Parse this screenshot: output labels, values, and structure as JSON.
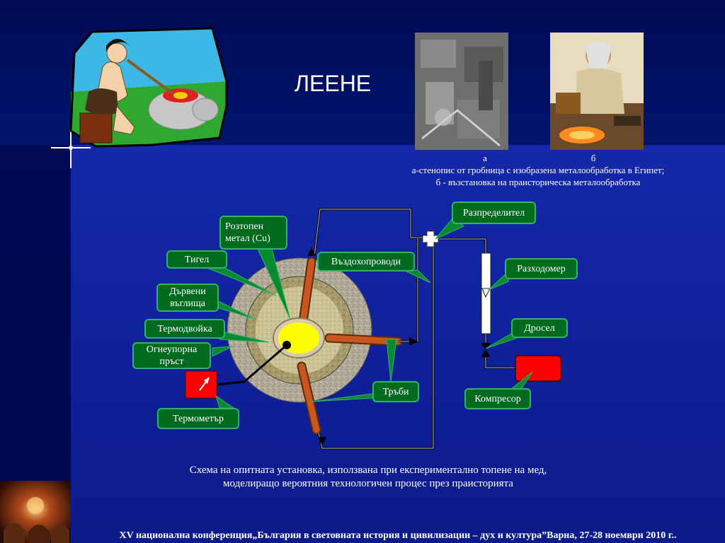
{
  "slide": {
    "title": "ЛЕЕНЕ",
    "photo_labels": [
      "а",
      "б"
    ],
    "caption_lines": [
      "а-стенопис от гробница с изобразена металообработка в Египет;",
      "б - възстановка на праисторическа металообработка"
    ],
    "description_lines": [
      "Схема на опитната установка, използвана при експериментално топене на мед,",
      "моделиращо вероятния технологичен процес през праисторията"
    ],
    "footer": "XV национална конференция„България в световната история и цивилизации – дух и култура”Варна, 27-28 ноември 2010 г.."
  },
  "diagram": {
    "labels": {
      "molten_metal": "Розтопен метал (Cu)",
      "crucible": "Тигел",
      "charcoal": "Дървени въглища",
      "thermocouple": "Термодвойка",
      "refractory_soil": "Огнеупорна пръст",
      "thermometer": "Термометър",
      "air_ducts": "Въздохопроводи",
      "pipes": "Тръби",
      "distributor": "Разпределител",
      "flowmeter": "Разходомер",
      "throttle": "Дросел",
      "compressor": "Компресор"
    },
    "colors": {
      "label_fill": "#006a1e",
      "label_border": "#2fb36a",
      "molten_metal": "#ffff00",
      "pipe": "#c8561e",
      "compressor": "#ff0000"
    }
  }
}
